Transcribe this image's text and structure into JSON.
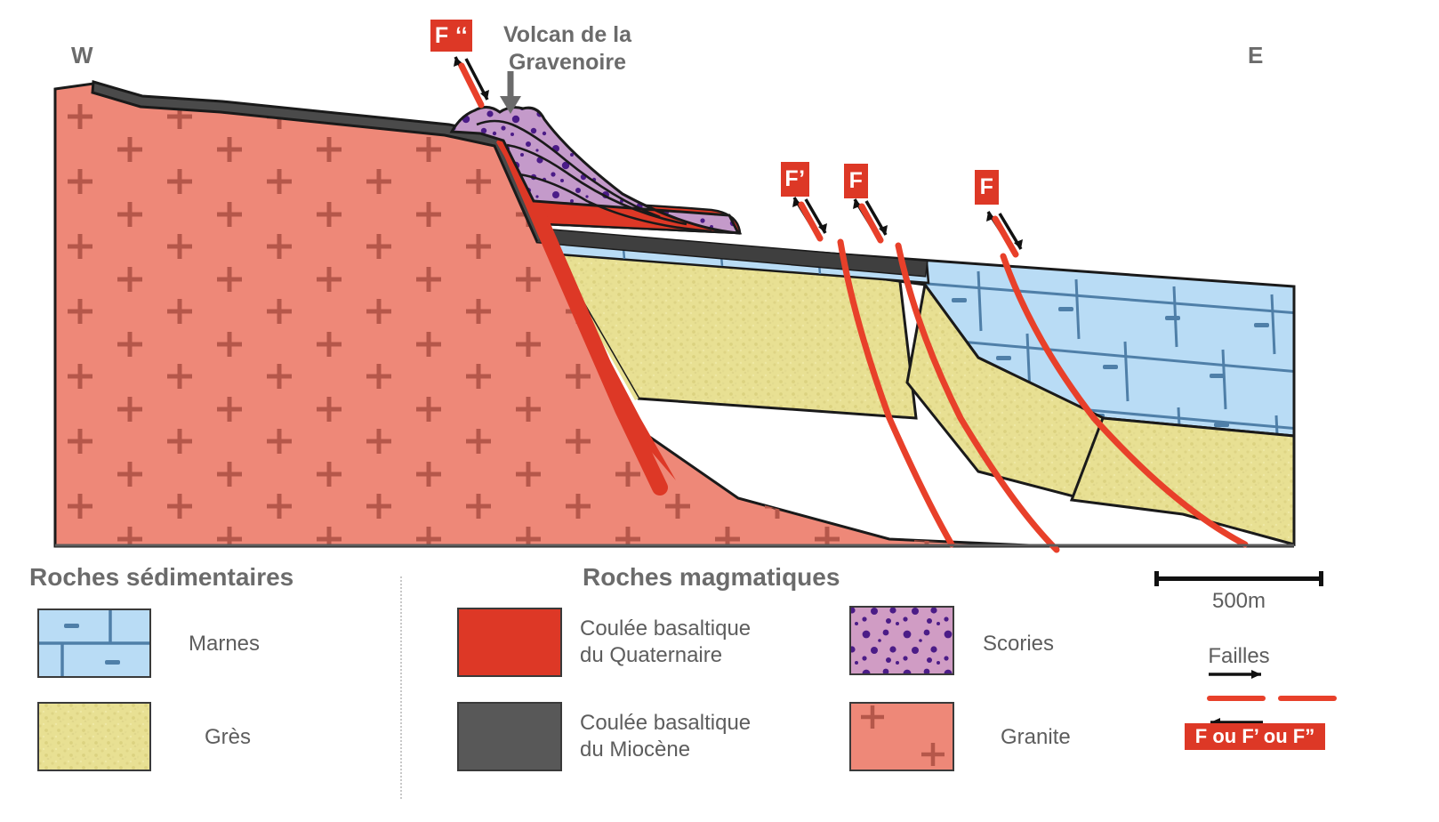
{
  "diagram": {
    "orientation": {
      "west": "W",
      "east": "E"
    },
    "volcano_label": "Volcan de la\nGravenoire",
    "volcano_label_line1": "Volcan de la",
    "volcano_label_line2": "Gravenoire",
    "fault_labels": [
      {
        "id": "f-double-prime",
        "text": "F ‘‘"
      },
      {
        "id": "f-prime",
        "text": "F’"
      },
      {
        "id": "f-middle",
        "text": "F"
      },
      {
        "id": "f-east",
        "text": "F"
      }
    ]
  },
  "legend": {
    "sedimentary": {
      "title": "Roches sédimentaires",
      "items": [
        {
          "label": "Marnes",
          "color": "#B9DCF5",
          "pattern": "brick"
        },
        {
          "label": "Grès",
          "color": "#E8E093",
          "pattern": "speckle"
        }
      ]
    },
    "magmatic": {
      "title": "Roches magmatiques",
      "items": [
        {
          "label": "Coulée basaltique\ndu Quaternaire",
          "line1": "Coulée basaltique",
          "line2": "du Quaternaire",
          "color": "#DD3826",
          "pattern": "solid"
        },
        {
          "label": "Coulée basaltique\ndu Miocène",
          "line1": "Coulée basaltique",
          "line2": "du Miocène",
          "color": "#585858",
          "pattern": "solid"
        },
        {
          "label": "Scories",
          "color": "#D09CC4",
          "pattern": "dots"
        },
        {
          "label": "Granite",
          "color": "#EE8878",
          "pattern": "crosses"
        }
      ]
    },
    "scale": {
      "length_label": "500m"
    },
    "faults": {
      "title": "Failles",
      "banner": "F ou F’ ou F”"
    }
  },
  "colors": {
    "granite": "#EE8878",
    "granite_cross": "#B5574A",
    "marnes": "#B9DCF5",
    "marnes_line": "#4F7FA8",
    "gres": "#E8E093",
    "basalt_miocene": "#4A4A4A",
    "basalt_quaternaire": "#DD3826",
    "scories": "#D09CC4",
    "scories_dot": "#4B1C87",
    "fault_red": "#E8402A",
    "text_gray": "#6b6b6b",
    "outline": "#1a1a1a"
  }
}
